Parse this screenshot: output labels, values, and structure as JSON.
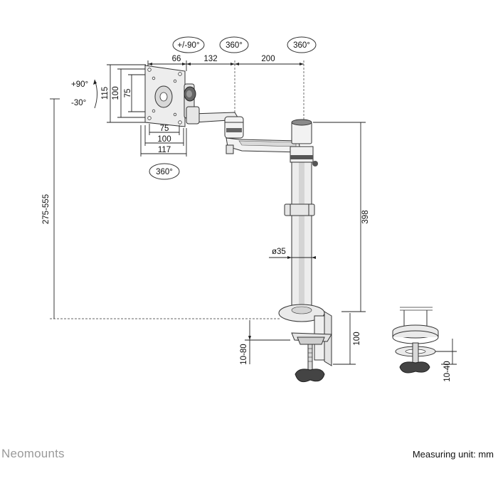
{
  "brand": "Neomounts",
  "measuring_unit": "Measuring unit: mm",
  "rotation_badges": {
    "tilt": "+/-90°",
    "arm_joint": "360°",
    "pole_joint": "360°",
    "head": "360°"
  },
  "tilt_labels": {
    "up": "+90°",
    "down": "-30°"
  },
  "dimensions": {
    "head_offset": "66",
    "arm_inner": "132",
    "arm_outer": "200",
    "plate_height": "115",
    "vesa_height_100": "100",
    "vesa_height_75": "75",
    "vesa_width_75": "75",
    "vesa_width_100": "100",
    "plate_width": "117",
    "height_range": "275-555",
    "pole_height": "398",
    "pole_diameter": "ø35",
    "clamp_range": "10-80",
    "clamp_height": "100",
    "grommet_range": "10-40"
  }
}
